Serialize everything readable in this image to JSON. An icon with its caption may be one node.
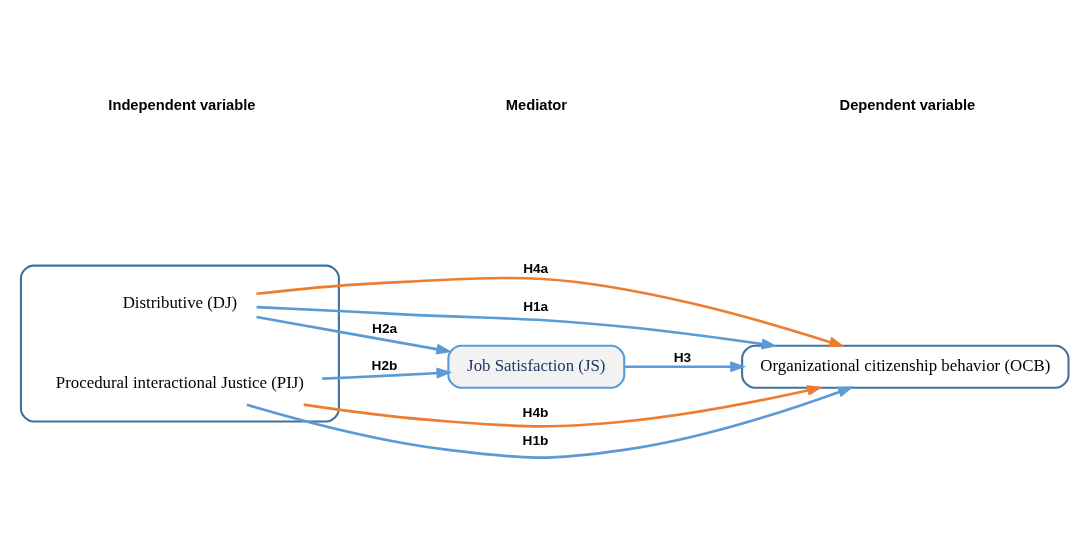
{
  "diagram": {
    "nodes": [
      {
        "text": [],
        "shape": "box"
      },
      {
        "text": [
          "Distributive (DJ)"
        ],
        "in": 0
      },
      {
        "text": [
          "Procedural interactional Justice (PIJ)"
        ],
        "in": 0
      },
      {
        "text": [
          "Job Satisfaction (JS)"
        ]
      },
      {
        "text": [
          "Organizational citizenship behavior (OCB)"
        ]
      }
    ],
    "edges": [
      {
        "from": 1,
        "to": 4,
        "arrow": "to",
        "label": "H1a"
      },
      {
        "from": 1,
        "to": 4,
        "arrow": "to",
        "label": "H4a",
        "color": "#ed7d31"
      },
      {
        "from": 1,
        "to": 3,
        "arrow": "to",
        "label": "H2a"
      },
      {
        "from": 3,
        "to": 4,
        "arrow": "to",
        "label": "H3"
      },
      {
        "from": 2,
        "to": 3,
        "arrow": "to",
        "label": "H2b"
      },
      {
        "from": 2,
        "to": 4,
        "arrow": "to",
        "label": "H4b",
        "color": "#ed7d31"
      },
      {
        "from": 2,
        "to": 4,
        "arrow": "to",
        "label": "H1b"
      }
    ],
    "labels": [
      "Independent variable",
      "Mediator",
      "Dependent variable"
    ]
  }
}
